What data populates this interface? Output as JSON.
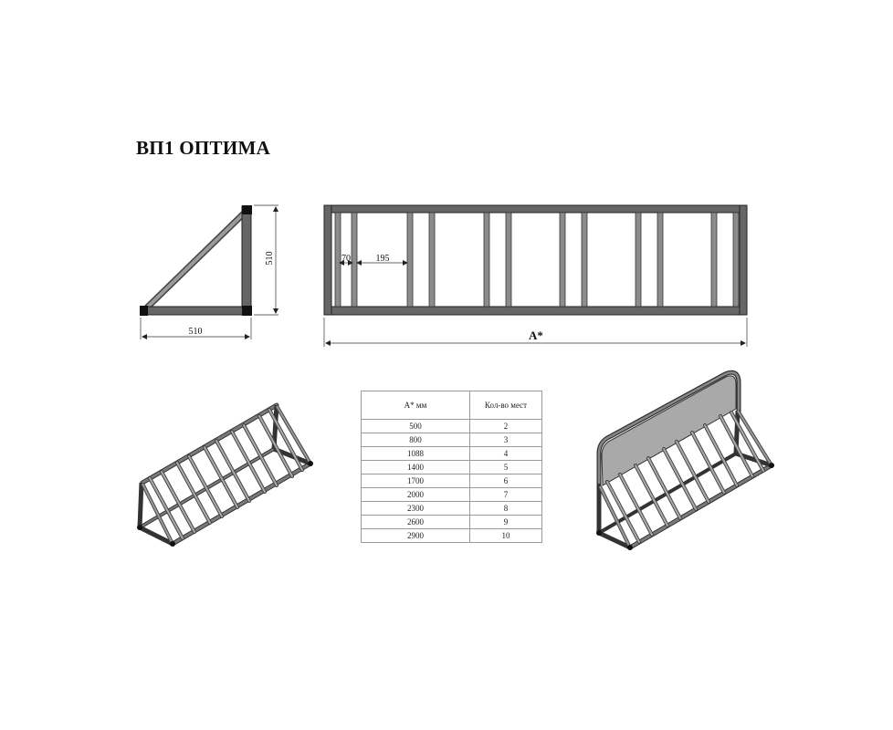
{
  "title": "ВП1 ОПТИМА",
  "side_view": {
    "width_label": "510",
    "height_label": "510"
  },
  "front_view": {
    "gap_label": "70",
    "pitch_label": "195",
    "length_label": "A*"
  },
  "table": {
    "headers": [
      "А* мм",
      "Кол-во мест"
    ],
    "rows": [
      [
        "500",
        "2"
      ],
      [
        "800",
        "3"
      ],
      [
        "1088",
        "4"
      ],
      [
        "1400",
        "5"
      ],
      [
        "1700",
        "6"
      ],
      [
        "2000",
        "7"
      ],
      [
        "2300",
        "8"
      ],
      [
        "2600",
        "9"
      ],
      [
        "2900",
        "10"
      ]
    ]
  },
  "colors": {
    "frame": "#5a5a5a",
    "frame_dark": "#222222",
    "bar": "#8c8c8c",
    "panel": "#a9a9a9"
  }
}
